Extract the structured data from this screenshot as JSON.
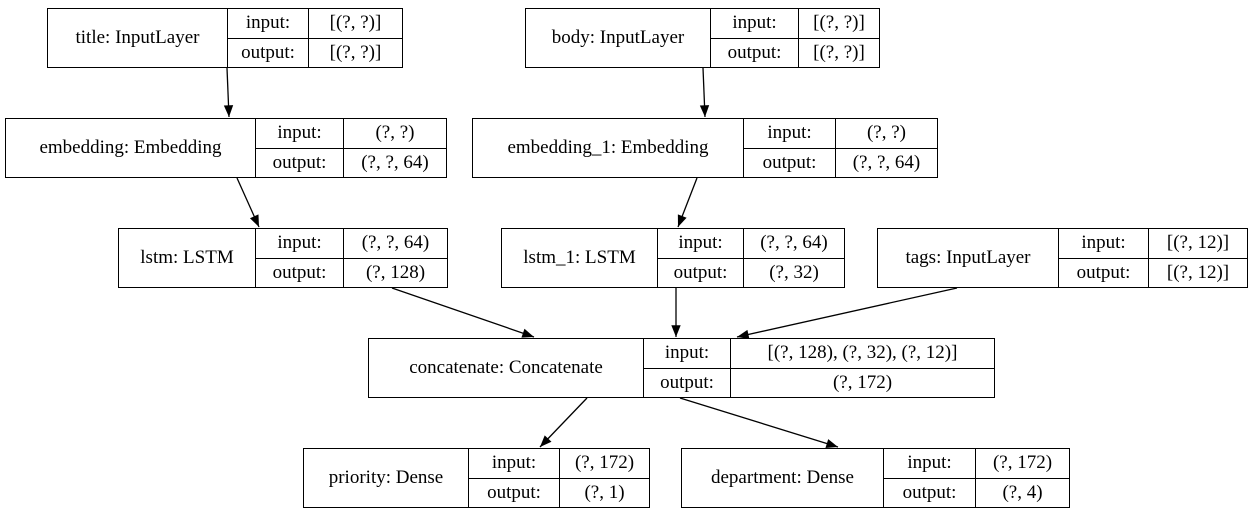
{
  "diagram": {
    "kind": "keras-model-architecture-graph",
    "io_labels": {
      "input": "input:",
      "output": "output:"
    },
    "nodes": [
      {
        "id": "title",
        "label": "title: InputLayer",
        "input": "[(?, ?)]",
        "output": "[(?, ?)]"
      },
      {
        "id": "body",
        "label": "body: InputLayer",
        "input": "[(?, ?)]",
        "output": "[(?, ?)]"
      },
      {
        "id": "embedding",
        "label": "embedding: Embedding",
        "input": "(?, ?)",
        "output": "(?, ?, 64)"
      },
      {
        "id": "embedding_1",
        "label": "embedding_1: Embedding",
        "input": "(?, ?)",
        "output": "(?, ?, 64)"
      },
      {
        "id": "lstm",
        "label": "lstm: LSTM",
        "input": "(?, ?, 64)",
        "output": "(?, 128)"
      },
      {
        "id": "lstm_1",
        "label": "lstm_1: LSTM",
        "input": "(?, ?, 64)",
        "output": "(?, 32)"
      },
      {
        "id": "tags",
        "label": "tags: InputLayer",
        "input": "[(?, 12)]",
        "output": "[(?, 12)]"
      },
      {
        "id": "concatenate",
        "label": "concatenate: Concatenate",
        "input": "[(?, 128), (?, 32), (?, 12)]",
        "output": "(?, 172)"
      },
      {
        "id": "priority",
        "label": "priority: Dense",
        "input": "(?, 172)",
        "output": "(?, 1)"
      },
      {
        "id": "department",
        "label": "department: Dense",
        "input": "(?, 172)",
        "output": "(?, 4)"
      }
    ],
    "edges": [
      {
        "from": "title",
        "to": "embedding"
      },
      {
        "from": "body",
        "to": "embedding_1"
      },
      {
        "from": "embedding",
        "to": "lstm"
      },
      {
        "from": "embedding_1",
        "to": "lstm_1"
      },
      {
        "from": "lstm",
        "to": "concatenate"
      },
      {
        "from": "lstm_1",
        "to": "concatenate"
      },
      {
        "from": "tags",
        "to": "concatenate"
      },
      {
        "from": "concatenate",
        "to": "priority"
      },
      {
        "from": "concatenate",
        "to": "department"
      }
    ],
    "colors": {
      "background": "#ffffff",
      "border": "#000000",
      "text": "#000000"
    }
  }
}
